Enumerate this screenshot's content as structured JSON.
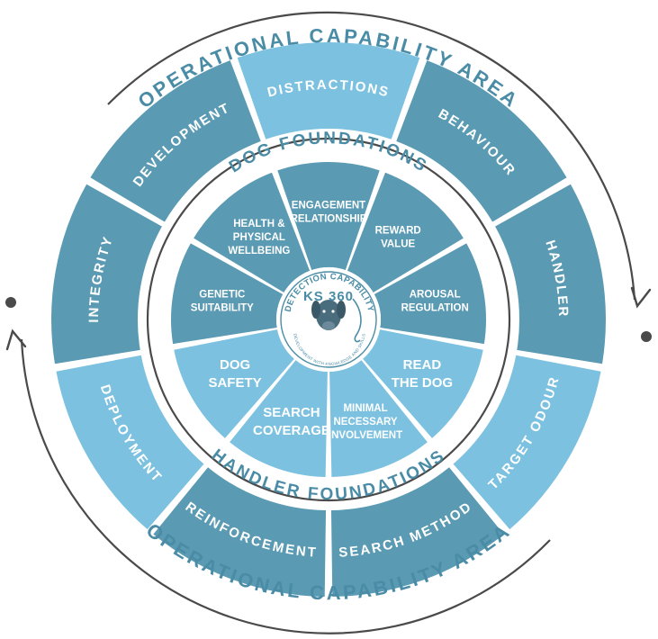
{
  "colors": {
    "dark": "#5a9ab3",
    "light": "#7cc1e0",
    "ring_line": "#4a4a4a",
    "text_accent": "#4a8ca6"
  },
  "ring": {
    "top_title": "OPERATIONAL CAPABILITY AREA",
    "bottom_title": "OPERATIONAL CAPABILITY AREA"
  },
  "foundations": {
    "dog_title": "DOG FOUNDATIONS",
    "handler_title": "HANDLER FOUNDATIONS"
  },
  "outer_segments": [
    {
      "label": "DISTRACTIONS",
      "tone": "light"
    },
    {
      "label": "BEHAVIOUR",
      "tone": "dark"
    },
    {
      "label": "HANDLER",
      "tone": "dark"
    },
    {
      "label": "TARGET ODOUR",
      "tone": "light"
    },
    {
      "label": "SEARCH METHOD",
      "tone": "dark"
    },
    {
      "label": "REINFORCEMENT",
      "tone": "dark"
    },
    {
      "label": "DEPLOYMENT",
      "tone": "light"
    },
    {
      "label": "INTEGRITY",
      "tone": "dark"
    },
    {
      "label": "DEVELOPMENT",
      "tone": "dark"
    }
  ],
  "inner_segments": [
    {
      "lines": [
        "ENGAGEMENT",
        "RELATIONSHIP"
      ],
      "tone": "dark",
      "size": "small"
    },
    {
      "lines": [
        "REWARD",
        "VALUE"
      ],
      "tone": "dark",
      "size": "small"
    },
    {
      "lines": [
        "AROUSAL",
        "REGULATION"
      ],
      "tone": "dark",
      "size": "small"
    },
    {
      "lines": [
        "READ",
        "THE DOG"
      ],
      "tone": "light",
      "size": "big"
    },
    {
      "lines": [
        "MINIMAL",
        "NECESSARY",
        "INVOLVEMENT"
      ],
      "tone": "light",
      "size": "small"
    },
    {
      "lines": [
        "SEARCH",
        "COVERAGE"
      ],
      "tone": "light",
      "size": "big"
    },
    {
      "lines": [
        "DOG",
        "SAFETY"
      ],
      "tone": "light",
      "size": "big"
    },
    {
      "lines": [
        "GENETIC",
        "SUITABILITY"
      ],
      "tone": "dark",
      "size": "small"
    },
    {
      "lines": [
        "HEALTH &",
        "PHYSICAL",
        "WELLBEING"
      ],
      "tone": "dark",
      "size": "small"
    }
  ],
  "logo": {
    "arc_top": "DETECTION CAPABILITY",
    "center": "KS 360",
    "arc_bottom": "DEVELOPMENT WITH KNOWLEDGE AND SKILLS"
  }
}
